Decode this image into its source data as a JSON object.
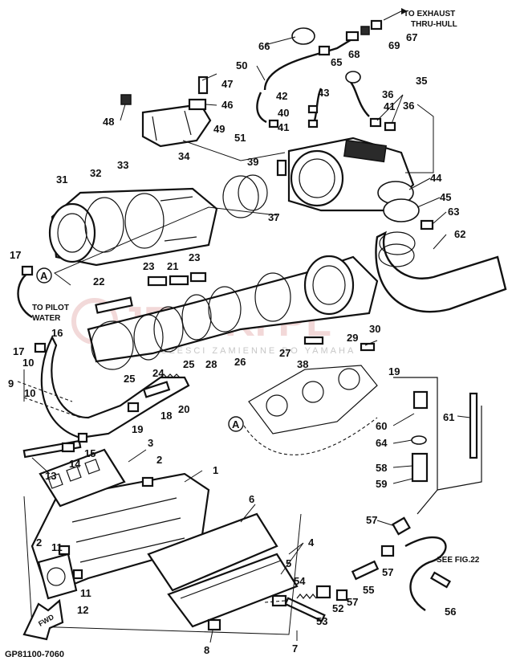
{
  "notes": {
    "exhaust": "TO EXHAUST THRU-HULL",
    "pilot": "TO PILOT WATER",
    "see_fig": "SEE FIG.22",
    "fwd": "FWD",
    "ref_code": "GP81100-7060",
    "ref_a_top": "A",
    "ref_a_bottom": "A"
  },
  "watermark": {
    "main": "JETSKI PL",
    "sub": "CZESCI ZAMIENNE DO YAMAHA"
  },
  "callouts": {
    "c1": "1",
    "c2a": "2",
    "c2b": "2",
    "c3": "3",
    "c4": "4",
    "c5": "5",
    "c6": "6",
    "c7": "7",
    "c8": "8",
    "c9": "9",
    "c10a": "10",
    "c10b": "10",
    "c11a": "11",
    "c11b": "11",
    "c12": "12",
    "c13": "13",
    "c14": "14",
    "c15": "15",
    "c16": "16",
    "c17a": "17",
    "c17b": "17",
    "c18": "18",
    "c19a": "19",
    "c19b": "19",
    "c20": "20",
    "c21": "21",
    "c22": "22",
    "c23a": "23",
    "c23b": "23",
    "c24": "24",
    "c25a": "25",
    "c25b": "25",
    "c26": "26",
    "c27": "27",
    "c28": "28",
    "c29": "29",
    "c30": "30",
    "c31": "31",
    "c32": "32",
    "c33": "33",
    "c34": "34",
    "c35": "35",
    "c36a": "36",
    "c36b": "36",
    "c37": "37",
    "c38": "38",
    "c39": "39",
    "c40": "40",
    "c41a": "41",
    "c41b": "41",
    "c42": "42",
    "c43": "43",
    "c44": "44",
    "c45": "45",
    "c46": "46",
    "c47": "47",
    "c48": "48",
    "c49": "49",
    "c50": "50",
    "c51": "51",
    "c52": "52",
    "c53": "53",
    "c54": "54",
    "c55": "55",
    "c56": "56",
    "c57a": "57",
    "c57b": "57",
    "c57c": "57",
    "c58": "58",
    "c59": "59",
    "c60": "60",
    "c61": "61",
    "c62": "62",
    "c63": "63",
    "c64": "64",
    "c65": "65",
    "c66": "66",
    "c67": "67",
    "c68": "68",
    "c69": "69"
  }
}
